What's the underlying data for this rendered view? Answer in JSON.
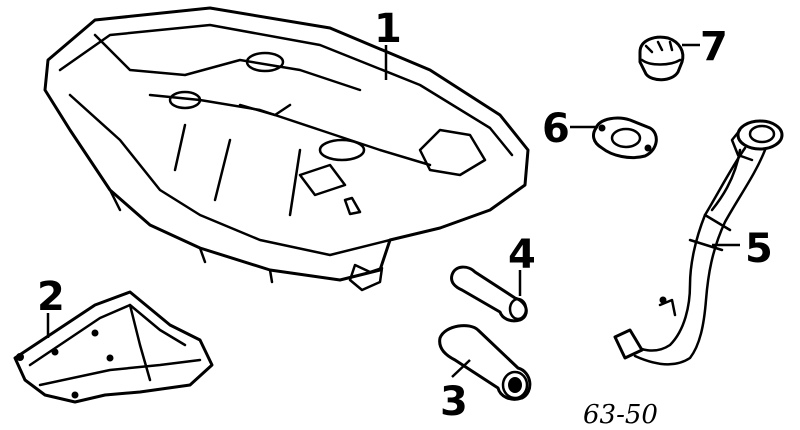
{
  "diagram": {
    "parts": [
      {
        "id": "tank",
        "callout": "1"
      },
      {
        "id": "heat-shield",
        "callout": "2"
      },
      {
        "id": "hose-lower",
        "callout": "3"
      },
      {
        "id": "hose-upper",
        "callout": "4"
      },
      {
        "id": "filler-pipe",
        "callout": "5"
      },
      {
        "id": "gasket",
        "callout": "6"
      },
      {
        "id": "cap",
        "callout": "7"
      }
    ],
    "reference_code": "63-50",
    "colors": {
      "line": "#000000",
      "background": "#ffffff"
    }
  }
}
